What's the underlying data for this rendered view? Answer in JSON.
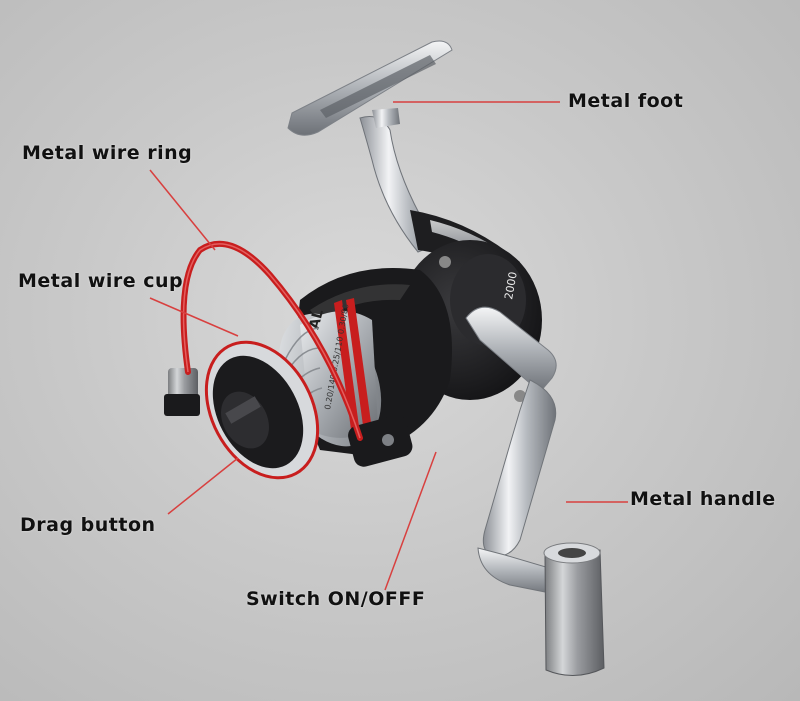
{
  "labels": {
    "metal_foot": "Metal foot",
    "metal_wire_ring": "Metal wire ring",
    "metal_wire_cup": "Metal wire cup",
    "drag_button": "Drag button",
    "switch": "Switch ON/OFFF",
    "metal_handle": "Metal handle"
  },
  "spool_text": {
    "brand": "AL",
    "model": "2000",
    "specs": "0.20/140 0.25/110 0.30/80"
  },
  "colors": {
    "leader_line": "#d8403f",
    "bail_wire": "#c81e1e",
    "chrome": "#c9ccd0",
    "body_black": "#1c1c1e",
    "accent_red": "#c81e1e",
    "background": "#c9c9c9"
  }
}
